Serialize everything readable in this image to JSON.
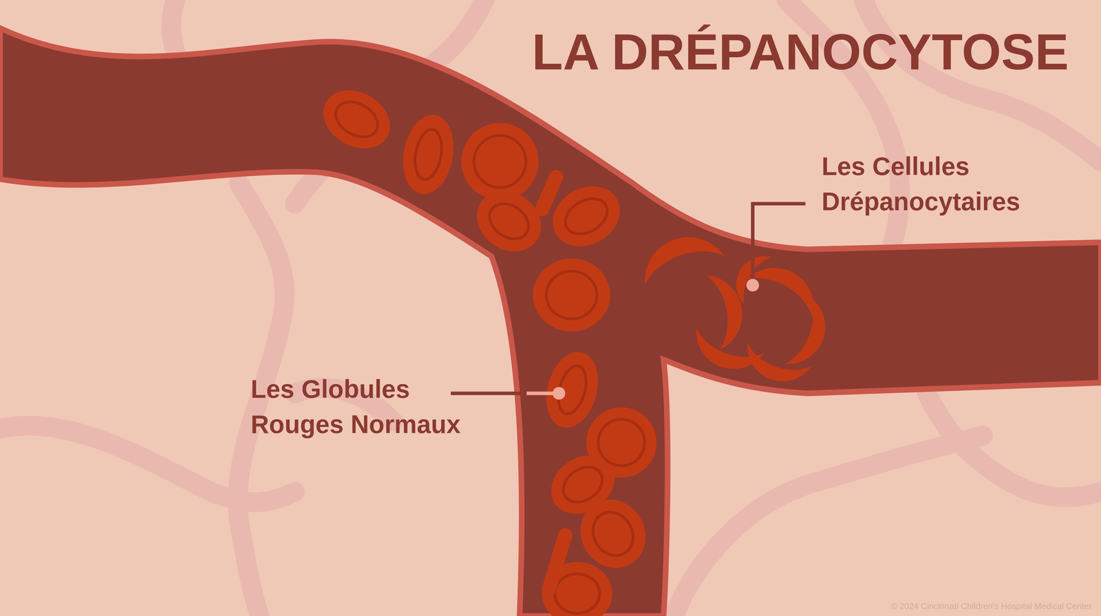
{
  "diagram": {
    "title": "LA DRÉPANOCYTOSE",
    "labels": [
      "Les Cellules Drépanocytaires",
      "Les Globules Rouges Normaux",
      "© 2024 Cincinnati Children's Hospital Medical Center"
    ]
  }
}
